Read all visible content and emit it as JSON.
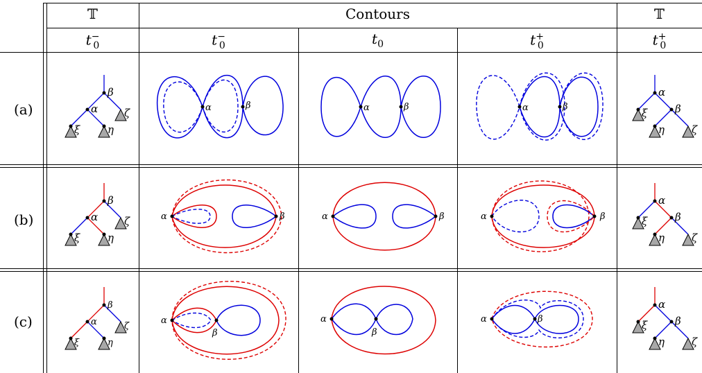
{
  "header": {
    "tree_symbol_left": "𝕋",
    "contours_title": "Contours",
    "tree_symbol_right": "𝕋",
    "t_base": "t",
    "t_sub": "0",
    "minus": "−",
    "plus": "+"
  },
  "rows": [
    {
      "label": "(a)"
    },
    {
      "label": "(b)"
    },
    {
      "label": "(c)"
    }
  ],
  "symbols": {
    "alpha": "α",
    "beta": "β",
    "zeta": "ζ",
    "xi": "ξ",
    "eta": "η"
  },
  "colors": {
    "blue": "#0000dd",
    "red": "#dd0000",
    "leaf_fill": "#a8a8a8"
  }
}
